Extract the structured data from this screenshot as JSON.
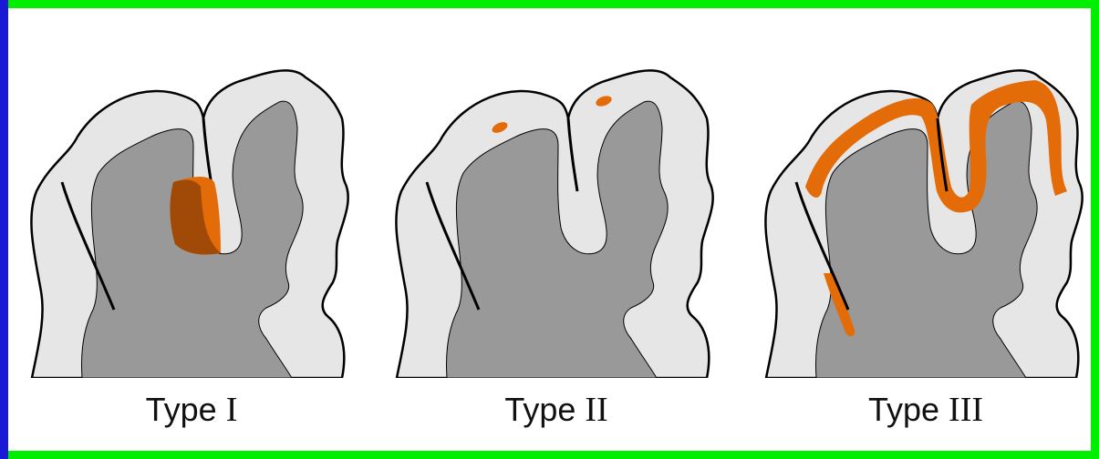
{
  "panels": [
    {
      "label_prefix": "Type ",
      "label_roman": "I"
    },
    {
      "label_prefix": "Type ",
      "label_roman": "II"
    },
    {
      "label_prefix": "Type ",
      "label_roman": "III"
    }
  ],
  "colors": {
    "border": "#00ee00",
    "gray_matter": "#e6e6e6",
    "white_matter": "#999999",
    "lesion": "#e36c09",
    "lesion_dark": "#8b3d06",
    "outline": "#000000"
  }
}
